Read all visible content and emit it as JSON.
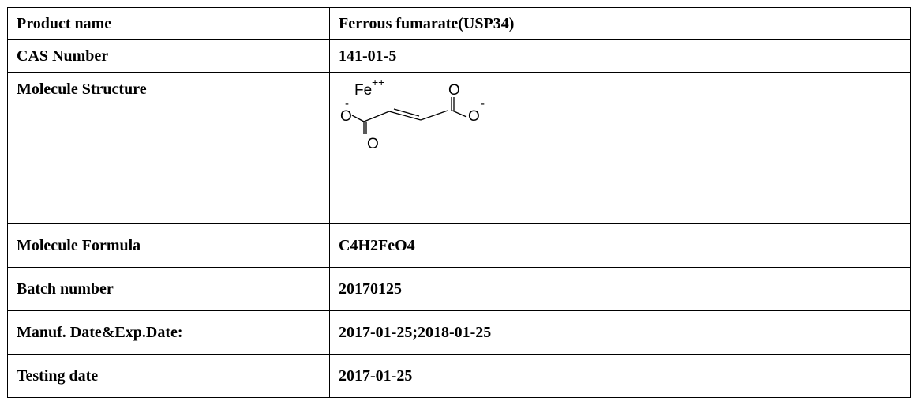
{
  "rows": [
    {
      "label": "Product name",
      "value": "Ferrous fumarate(USP34)"
    },
    {
      "label": "CAS Number",
      "value": "141-01-5"
    },
    {
      "label": "Molecule Structure",
      "structure": {
        "fe": "Fe",
        "fe_charge": "++",
        "o_top": "O",
        "o_left": "O",
        "o_left_charge": "-",
        "o_right": "O",
        "o_right_charge": "-",
        "o_bottom": "O"
      }
    },
    {
      "label": "Molecule Formula",
      "value": "C4H2FeO4"
    },
    {
      "label": "Batch number",
      "value": "20170125"
    },
    {
      "label": "Manuf. Date&Exp.Date:",
      "value": "2017-01-25;2018-01-25"
    },
    {
      "label": "Testing date",
      "value": "2017-01-25"
    }
  ]
}
